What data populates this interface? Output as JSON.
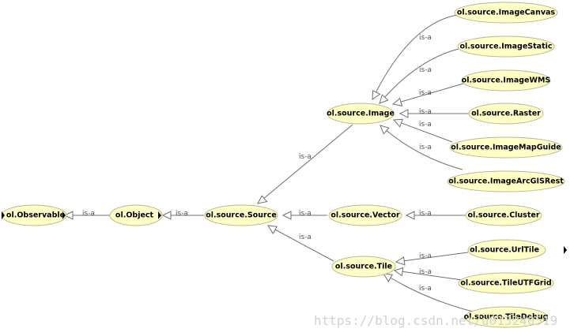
{
  "nodes": {
    "observable": "ol.Observable",
    "object": "ol.Object",
    "source": "ol.source.Source",
    "image": "ol.source.Image",
    "vector": "ol.source.Vector",
    "tile": "ol.source.Tile",
    "image_canvas": "ol.source.ImageCanvas",
    "image_static": "ol.source.ImageStatic",
    "image_wms": "ol.source.ImageWMS",
    "raster": "ol.source.Raster",
    "image_map_guide": "ol.source.ImageMapGuide",
    "image_arcgis_rest": "ol.source.ImageArcGISRest",
    "cluster": "ol.source.Cluster",
    "url_tile": "ol.source.UrlTile",
    "tile_utf_grid": "ol.source.TileUTFGrid",
    "tile_debug": "ol.source.TileDebug"
  },
  "edge_label": "is-a",
  "watermark": "https://blog.csdn.net/u013240519"
}
